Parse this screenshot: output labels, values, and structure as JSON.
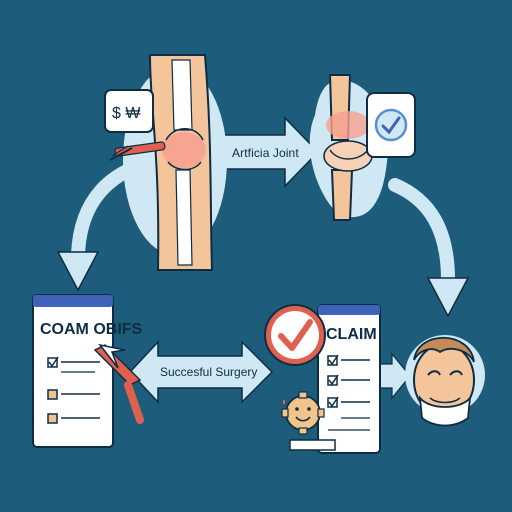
{
  "diagram": {
    "arrow_top_label": "Artficia Joint",
    "arrow_middle_label": "Succesful Surgery",
    "left_form_title": "COAM OBIFS",
    "right_form_title": "CLAIM",
    "money_note": "$ ₩"
  },
  "colors": {
    "background": "#1d5d7b",
    "arrow_fill": "#cfe8f3",
    "form_header": "#3f63b8",
    "accent_red": "#e0604f",
    "check_blue": "#5b8dd6",
    "skin": "#f4c49a"
  }
}
